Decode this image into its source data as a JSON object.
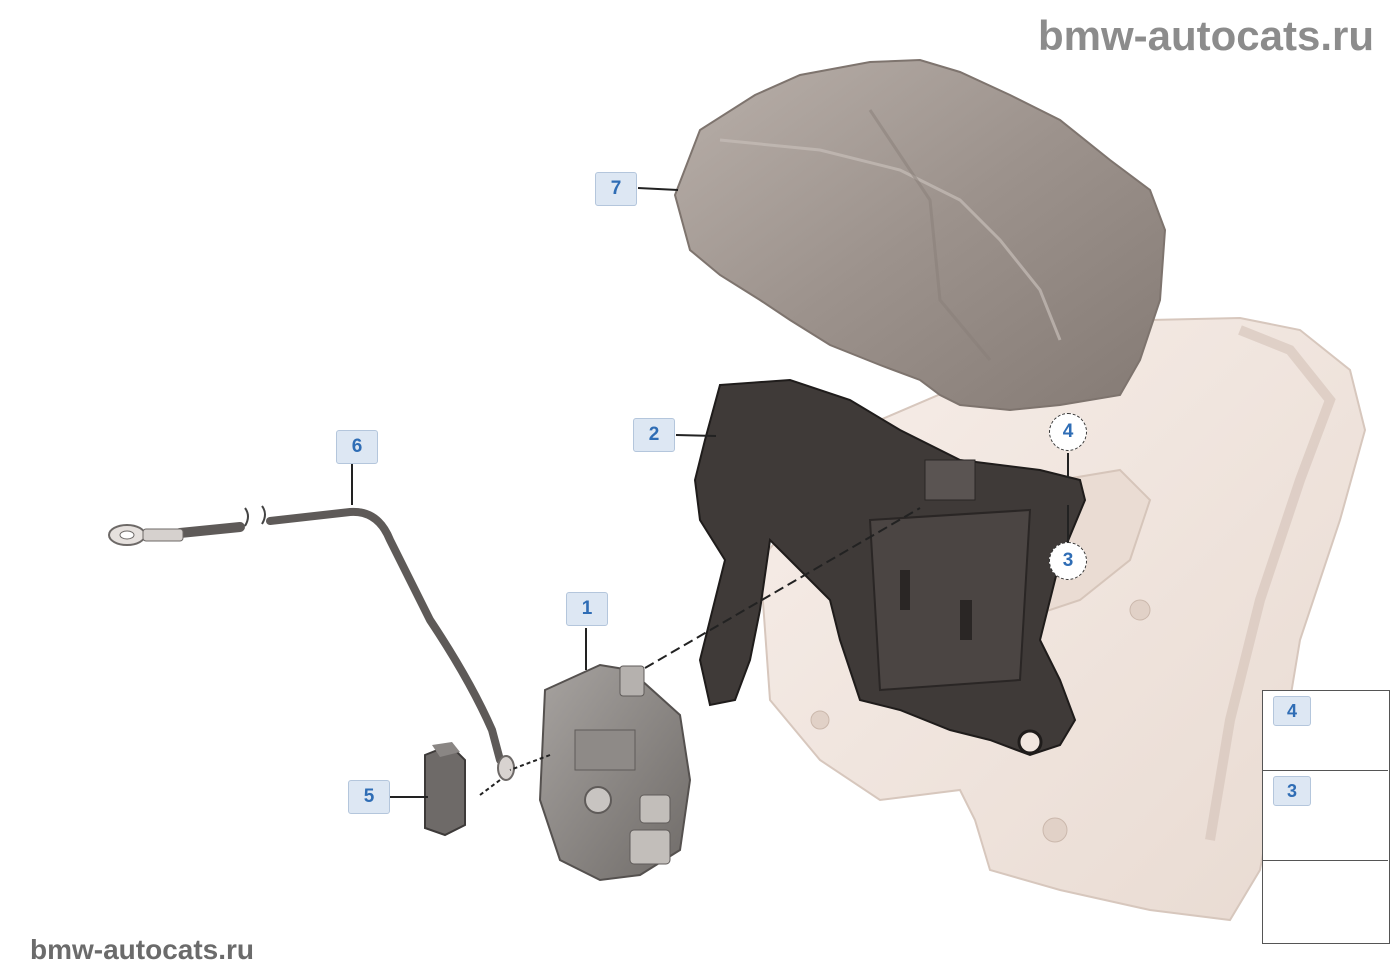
{
  "watermark": {
    "top": "bmw-autocats.ru",
    "bottom": "bmw-autocats.ru"
  },
  "callouts": {
    "c1": "1",
    "c2": "2",
    "c3": "3",
    "c4": "4",
    "c5": "5",
    "c6": "6",
    "c7": "7"
  },
  "legend": {
    "item_a": "4",
    "item_b": "3"
  },
  "colors": {
    "callout_bg": "#dde7f3",
    "callout_text": "#2f6db5",
    "cover": "#a89e97",
    "panel": "#f1e6df",
    "bracket": "#3a3533",
    "module": "#8e8a87"
  }
}
